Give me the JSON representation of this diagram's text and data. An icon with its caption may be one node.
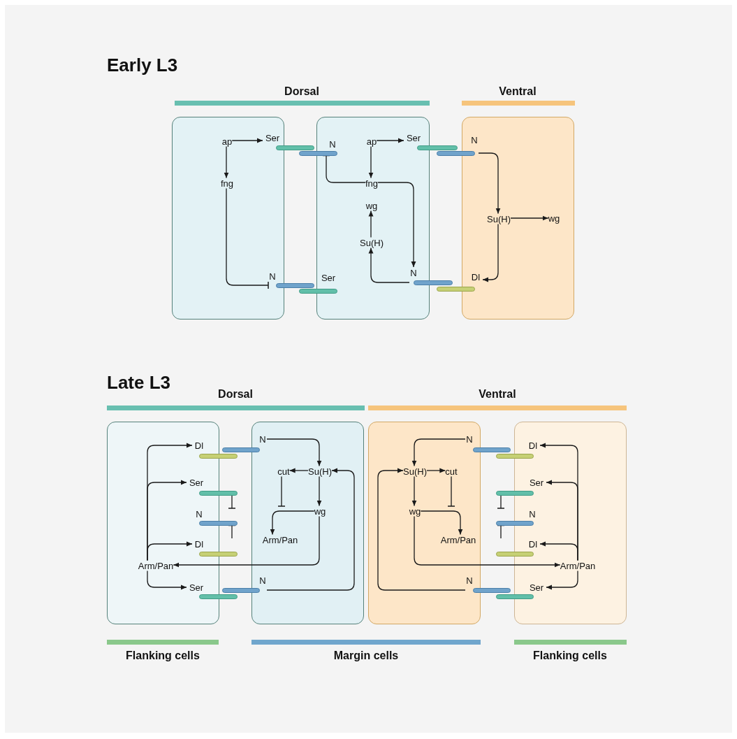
{
  "diagram": {
    "nodes": [
      {
        "text": [],
        "shape": "box"
      },
      {
        "text": [
          "ap"
        ],
        "in": 0
      },
      {
        "text": [
          "Ser"
        ]
      },
      {
        "text": [
          "fng"
        ],
        "in": 0
      },
      {
        "text": [
          "N"
        ]
      },
      {
        "text": [],
        "shape": "box"
      },
      {
        "text": [
          "N"
        ]
      },
      {
        "text": [
          "ap"
        ],
        "in": 5
      },
      {
        "text": [
          "Ser"
        ]
      },
      {
        "text": [
          "fng"
        ],
        "in": 5
      },
      {
        "text": [
          "wg"
        ],
        "in": 5
      },
      {
        "text": [
          "Su(H)"
        ],
        "in": 5
      },
      {
        "text": [
          "Ser"
        ]
      },
      {
        "text": [
          "N"
        ]
      },
      {
        "text": [],
        "shape": "box"
      },
      {
        "text": [
          "N"
        ]
      },
      {
        "text": [
          "Su(H)"
        ],
        "in": 14
      },
      {
        "text": [
          "wg"
        ],
        "in": 14
      },
      {
        "text": [
          "Dl"
        ]
      },
      {
        "text": [],
        "shape": "box"
      },
      {
        "text": [],
        "shape": "box"
      },
      {
        "text": [],
        "shape": "box"
      },
      {
        "text": [],
        "shape": "box"
      },
      {
        "text": [
          "Dl"
        ]
      },
      {
        "text": [
          "N"
        ]
      },
      {
        "text": [
          "Ser"
        ]
      },
      {
        "text": [
          "N"
        ]
      },
      {
        "text": [
          "Dl"
        ]
      },
      {
        "text": [
          "Arm/Pan"
        ],
        "in": 19
      },
      {
        "text": [
          "Ser"
        ]
      },
      {
        "text": [
          "N"
        ]
      },
      {
        "text": [
          "cut"
        ],
        "in": 20
      },
      {
        "text": [
          "Su(H)"
        ],
        "in": 20
      },
      {
        "text": [
          "wg"
        ],
        "in": 20
      },
      {
        "text": [
          "Arm/Pan"
        ],
        "in": 20
      },
      {
        "text": [
          "N"
        ]
      },
      {
        "text": [
          "Dl"
        ]
      },
      {
        "text": [
          "Su(H)"
        ],
        "in": 21
      },
      {
        "text": [
          "cut"
        ],
        "in": 21
      },
      {
        "text": [
          "wg"
        ],
        "in": 21
      },
      {
        "text": [
          "Arm/Pan"
        ],
        "in": 21
      },
      {
        "text": [
          "Ser"
        ]
      },
      {
        "text": [
          "N"
        ]
      },
      {
        "text": [
          "Dl"
        ]
      },
      {
        "text": [
          "Arm/Pan"
        ],
        "in": 22
      },
      {
        "text": [
          "N"
        ]
      },
      {
        "text": [
          "Ser"
        ]
      }
    ],
    "edges": [
      {
        "from": 1,
        "to": 2,
        "arrow": "to"
      },
      {
        "from": 1,
        "to": 3,
        "arrow": "to"
      },
      {
        "from": 3,
        "to": 4,
        "arrow": "other"
      },
      {
        "from": 9,
        "to": 6,
        "arrow": "other"
      },
      {
        "from": 7,
        "to": 8,
        "arrow": "to"
      },
      {
        "from": 7,
        "to": 9,
        "arrow": "to"
      },
      {
        "from": 9,
        "to": 13,
        "arrow": "to"
      },
      {
        "from": 13,
        "to": 11,
        "arrow": "to"
      },
      {
        "from": 11,
        "to": 10,
        "arrow": "to"
      },
      {
        "from": 15,
        "to": 16,
        "arrow": "to"
      },
      {
        "from": 16,
        "to": 17,
        "arrow": "to"
      },
      {
        "from": 16,
        "to": 18,
        "arrow": "to"
      },
      {
        "from": 28,
        "to": 23,
        "arrow": "to"
      },
      {
        "from": 28,
        "to": 25,
        "arrow": "to"
      },
      {
        "from": 28,
        "to": 27,
        "arrow": "to"
      },
      {
        "from": 28,
        "to": 29,
        "arrow": "to"
      },
      {
        "from": 25,
        "to": 26,
        "arrow": "other"
      },
      {
        "from": 27,
        "to": 26,
        "arrow": "other"
      },
      {
        "from": 24,
        "to": 32,
        "arrow": "to"
      },
      {
        "from": 32,
        "to": 31,
        "arrow": "to"
      },
      {
        "from": 32,
        "to": 33,
        "arrow": "to"
      },
      {
        "from": 31,
        "to": null,
        "arrow": "other"
      },
      {
        "from": 33,
        "to": 34,
        "arrow": "to"
      },
      {
        "from": 33,
        "to": 28,
        "arrow": "to"
      },
      {
        "from": 30,
        "to": 32,
        "arrow": "to"
      },
      {
        "from": 35,
        "to": 37,
        "arrow": "to"
      },
      {
        "from": 37,
        "to": 38,
        "arrow": "to"
      },
      {
        "from": 37,
        "to": 39,
        "arrow": "to"
      },
      {
        "from": 38,
        "to": null,
        "arrow": "other"
      },
      {
        "from": 39,
        "to": 40,
        "arrow": "to"
      },
      {
        "from": 39,
        "to": 44,
        "arrow": "to"
      },
      {
        "from": 45,
        "to": 37,
        "arrow": "to"
      },
      {
        "from": 44,
        "to": 36,
        "arrow": "to"
      },
      {
        "from": 44,
        "to": 41,
        "arrow": "to"
      },
      {
        "from": 44,
        "to": 43,
        "arrow": "to"
      },
      {
        "from": 44,
        "to": 46,
        "arrow": "to"
      },
      {
        "from": 41,
        "to": 42,
        "arrow": "other"
      },
      {
        "from": 43,
        "to": 42,
        "arrow": "other"
      }
    ],
    "labels": [
      "Early L3",
      "Dorsal",
      "Ventral",
      "Late L3",
      "Dorsal",
      "Ventral",
      "Flanking cells",
      "Margin cells",
      "Flanking cells"
    ]
  }
}
